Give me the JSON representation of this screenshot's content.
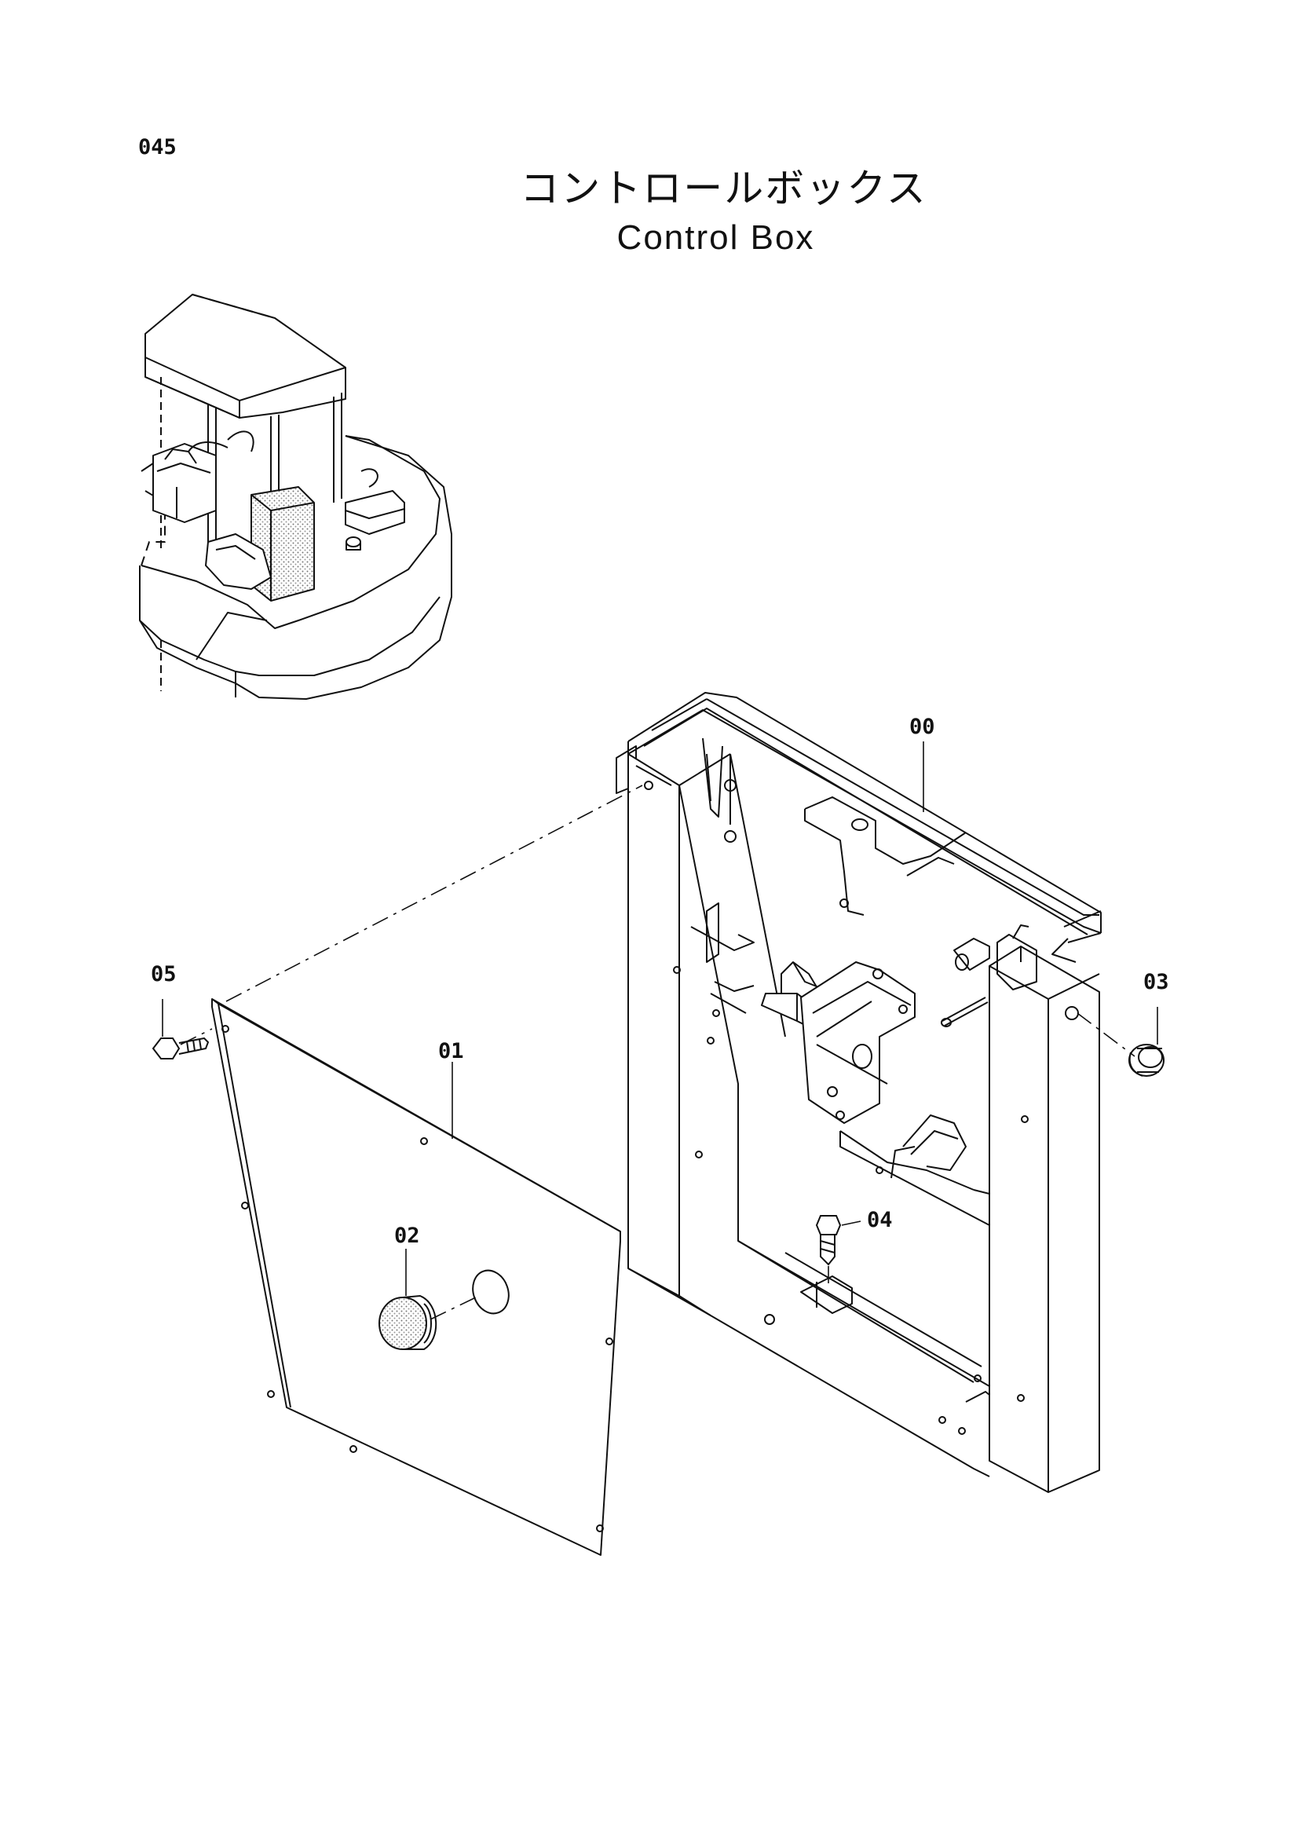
{
  "header": {
    "page_number": "045",
    "title_jp": "コントロールボックス",
    "title_en": "Control Box"
  },
  "parts": {
    "p00": "00",
    "p01": "01",
    "p02": "02",
    "p03": "03",
    "p04": "04",
    "p05": "05"
  },
  "colors": {
    "ink": "#111111",
    "stipple": "#9a9a9a"
  }
}
